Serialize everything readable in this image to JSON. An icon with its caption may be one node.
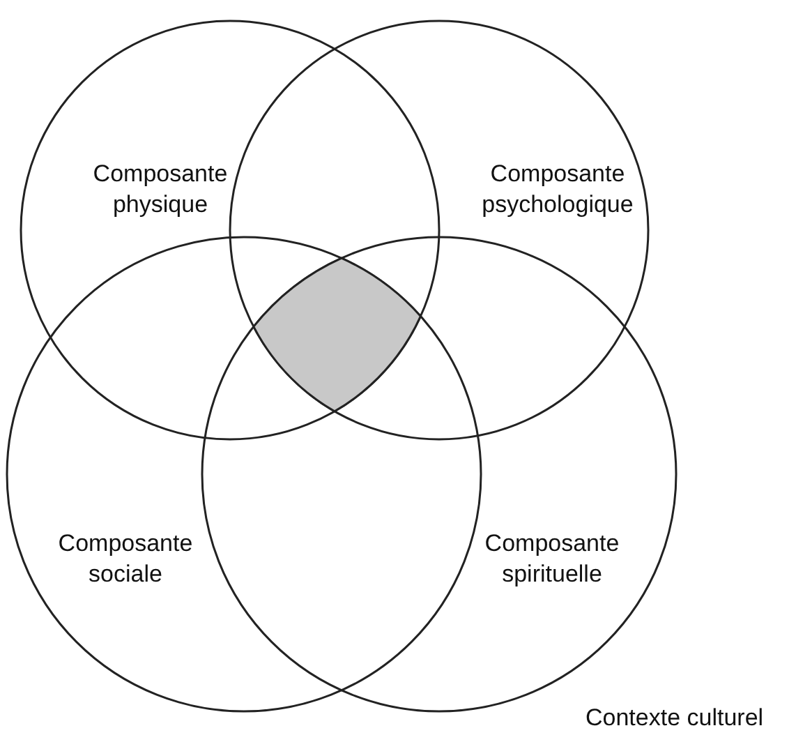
{
  "diagram": {
    "nodes": [
      {
        "text": [
          "Composante physique"
        ]
      },
      {
        "text": [
          "Composante psychologique"
        ]
      },
      {
        "text": [
          "Composante sociale"
        ]
      },
      {
        "text": [
          "Composante spirituelle"
        ]
      },
      {
        "text": [],
        "shape": "diamond"
      }
    ],
    "labels": [
      "Contexte culturel"
    ]
  }
}
